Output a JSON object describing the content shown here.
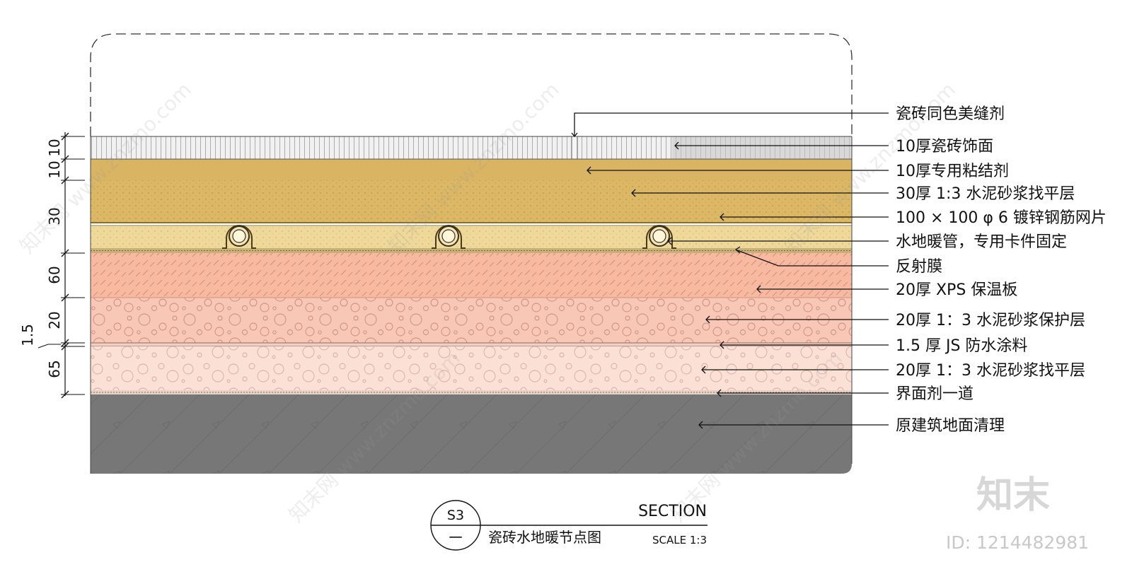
{
  "labels": [
    "瓷砖同色美缝剂",
    "10厚瓷砖饰面",
    "10厚专用粘结剂",
    "30厚 1:3 水泥砂浆找平层",
    "100 × 100 φ 6 镀锌钢筋网片",
    "水地暖管，专用卡件固定",
    "反射膜",
    "20厚 XPS 保温板",
    "20厚 1：3 水泥砂浆保护层",
    "1.5 厚 JS 防水涂料",
    "20厚 1：3 水泥砂浆找平层",
    "界面剂一道",
    "原建筑地面清理"
  ],
  "dims": [
    "10",
    "10",
    "30",
    "60",
    "20",
    "1.5",
    "65"
  ],
  "title": {
    "num": "S3",
    "sub": "一",
    "section": "SECTION",
    "name": "瓷砖水地暖节点图",
    "scale": "SCALE 1:3"
  },
  "brand": "知末",
  "id_text": "ID: 1214482981",
  "watermark": "知末网 www.znzmo.com",
  "colors": {
    "tile": "#f1f1f1",
    "adhesive": "#d9b463",
    "screed": "#dcb866",
    "pipe_layer": "#efd99a",
    "xps": "#f8b9a1",
    "protect": "#f8c7b5",
    "waterproof": "#efd0c4",
    "leveling": "#fbe0d6",
    "interface": "#e7d2c6",
    "concrete": "#777777"
  }
}
